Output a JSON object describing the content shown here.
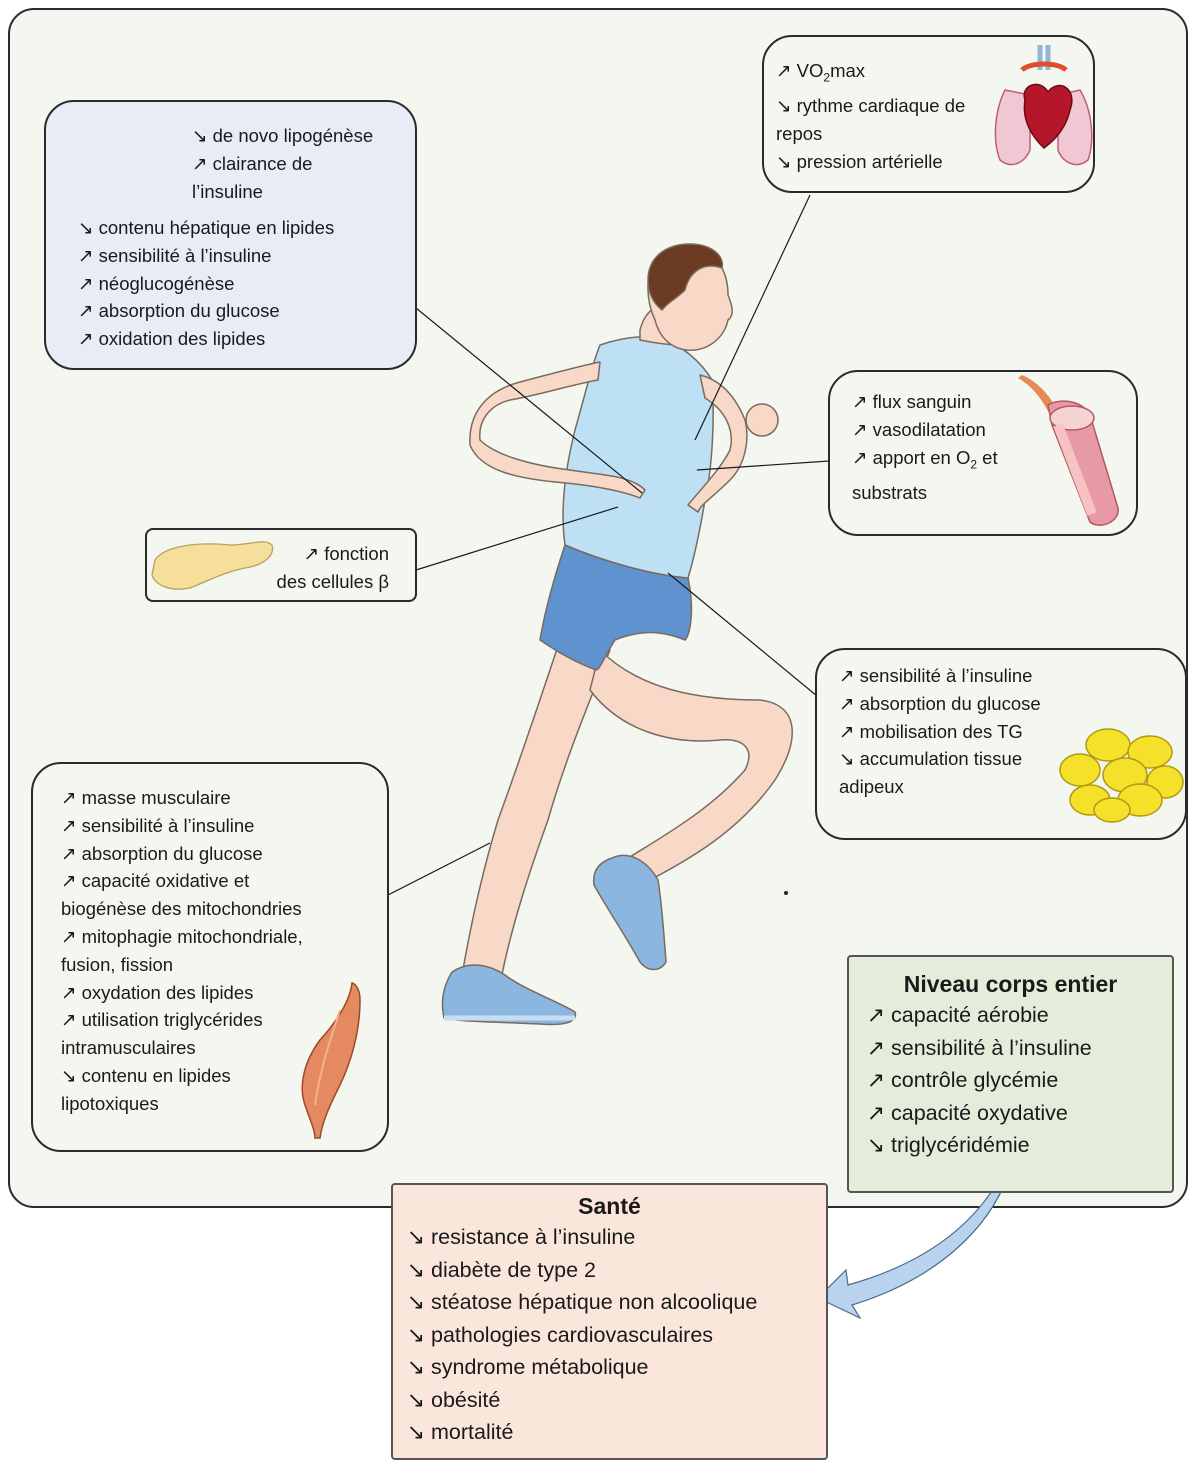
{
  "liver": {
    "top": [
      "↘ de novo lipogénèse",
      "↗ clairance de",
      "l’insuline"
    ],
    "rest": [
      "↘ contenu hépatique en lipides",
      "↗ sensibilité à l’insuline",
      "↗  néoglucogénèse",
      "↗ absorption du glucose",
      "↗ oxidation des lipides"
    ]
  },
  "heart": {
    "vo2_prefix": "↗ VO",
    "vo2_sub": "2",
    "vo2_suffix": "max",
    "lines": [
      "↘ rythme cardiaque de",
      "repos",
      "↘ pression artérielle"
    ]
  },
  "vessel": {
    "lines": [
      "↗ flux sanguin",
      "↗ vasodilatation"
    ],
    "o2_prefix": "↗ apport en O",
    "o2_sub": "2",
    "o2_suffix": " et",
    "last": "substrats"
  },
  "pancreas": {
    "lines": [
      "↗ fonction",
      "des cellules β"
    ]
  },
  "adipose": {
    "lines": [
      "↗ sensibilité à l’insuline",
      "↗ absorption du glucose",
      "↗ mobilisation des TG",
      "↘ accumulation tissue",
      "adipeux"
    ]
  },
  "muscle": {
    "lines": [
      "↗ masse musculaire",
      "↗ sensibilité à l’insuline",
      "↗ absorption du glucose",
      "↗ capacité oxidative et",
      "biogénèse des mitochondries",
      "↗ mitophagie mitochondriale,",
      "fusion, fission",
      "↗ oxydation des lipides",
      "↗ utilisation triglycérides",
      "intramusculaires",
      "↘ contenu en lipides",
      "lipotoxiques"
    ]
  },
  "whole_body": {
    "title": "Niveau corps entier",
    "lines": [
      "↗ capacité aérobie",
      "↗ sensibilité à l’insuline",
      "↗ contrôle glycémie",
      "↗ capacité oxydative",
      "↘ triglycéridémie"
    ]
  },
  "health": {
    "title": "Santé",
    "lines": [
      "↘ resistance à l’insuline",
      "↘ diabète de type 2",
      "↘ stéatose hépatique non alcoolique",
      "↘ pathologies cardiovasculaires",
      "↘ syndrome métabolique",
      "↘ obésité",
      "↘ mortalité"
    ]
  },
  "colors": {
    "frame_bg": "#f3f7f0",
    "box_bg": "#e7ecf7",
    "whole_body_bg": "#e3edda",
    "health_bg": "#fbe6dc",
    "arrow": "#b9d3ee"
  },
  "icons": [
    "liver-icon",
    "heart-lungs-icon",
    "blood-vessel-icon",
    "pancreas-icon",
    "adipocytes-icon",
    "muscle-icon",
    "runner-figure"
  ]
}
